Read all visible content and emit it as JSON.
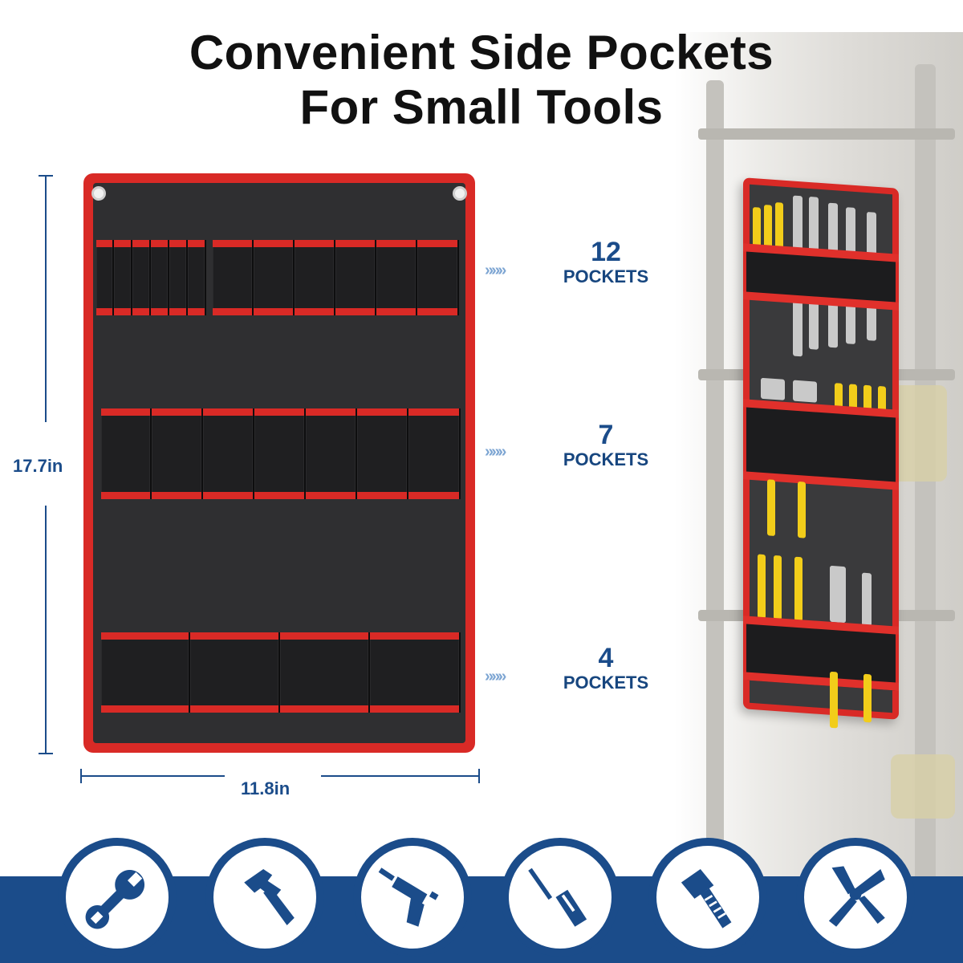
{
  "title": {
    "line1": "Convenient Side Pockets",
    "line2": "For Small Tools"
  },
  "dimensions": {
    "height": "17.7in",
    "width": "11.8in"
  },
  "rows": [
    {
      "arrows": "»»»",
      "count": "12",
      "label": "POCKETS"
    },
    {
      "arrows": "»»»",
      "count": "7",
      "label": "POCKETS"
    },
    {
      "arrows": "»»»",
      "count": "4",
      "label": "POCKETS"
    }
  ],
  "icons": [
    "wrench-icon",
    "hammer-icon",
    "drill-icon",
    "screwdriver-icon",
    "bolt-icon",
    "pliers-icon"
  ],
  "colors": {
    "accent_blue": "#1b4c8a",
    "board_red": "#d92a26",
    "board_black": "#2f2f31",
    "tool_yellow": "#f2cd1a"
  }
}
